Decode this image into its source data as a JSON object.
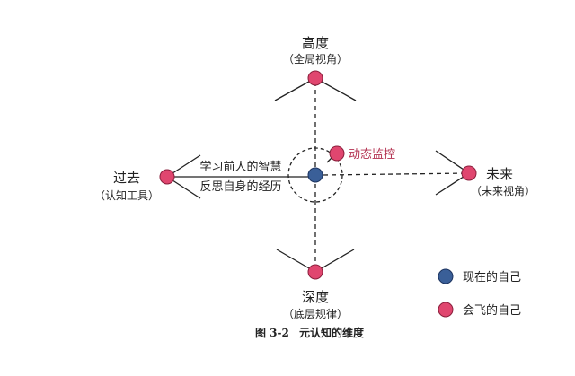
{
  "nodes": {
    "top": {
      "title": "高度",
      "subtitle": "（全局视角）"
    },
    "left": {
      "title": "过去",
      "subtitle": "（认知工具）"
    },
    "right": {
      "title": "未来",
      "subtitle": "（未来视角）"
    },
    "bottom": {
      "title": "深度",
      "subtitle": "（底层规律）"
    }
  },
  "center_label": "动态监控",
  "left_path_labels": [
    "学习前人的智慧",
    "反思自身的经历"
  ],
  "legend": {
    "current_self": "现在的自己",
    "flying_self": "会飞的自己"
  },
  "colors": {
    "flying_self": "#e0466f",
    "current_self": "#3a5f98",
    "dynamic_label": "#b3304f"
  },
  "caption": {
    "number": "图 3-2",
    "title": "元认知的维度"
  }
}
